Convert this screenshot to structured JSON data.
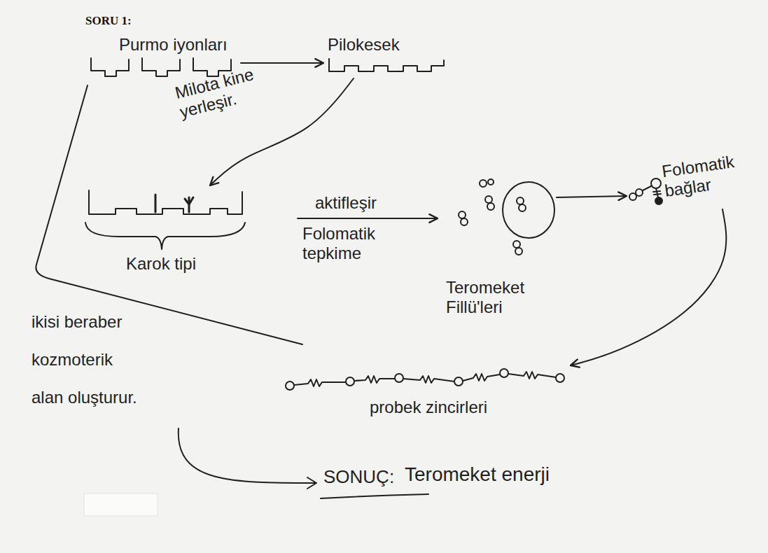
{
  "diagram": {
    "title": "SORU 1:",
    "nodes": [
      {
        "text": [
          "Purmo iyonları"
        ]
      },
      {
        "text": [
          "Pilokesek"
        ]
      },
      {
        "text": [
          "Karok tipi"
        ]
      },
      {
        "text": [
          "Teromeket Fillü'leri"
        ]
      },
      {
        "text": [
          "Folomatik bağlar"
        ]
      },
      {
        "text": [
          "probek zincirleri"
        ]
      }
    ],
    "edges": [
      {
        "from": 0,
        "to": 1,
        "arrow": "to"
      },
      {
        "from": 1,
        "to": 2,
        "label": "Milota kine yerleşir.",
        "arrow": "to"
      },
      {
        "from": 2,
        "to": 3,
        "label": "aktifleşir",
        "arrow": "to"
      },
      {
        "from": 3,
        "to": 4,
        "arrow": "to"
      },
      {
        "from": 4,
        "to": 5,
        "arrow": "to"
      }
    ],
    "labels": [
      "Folomatik tepkime",
      "ikisi beraber kozmoterik alan oluşturur.",
      "SONUÇ:",
      "Teromeket enerji"
    ]
  }
}
